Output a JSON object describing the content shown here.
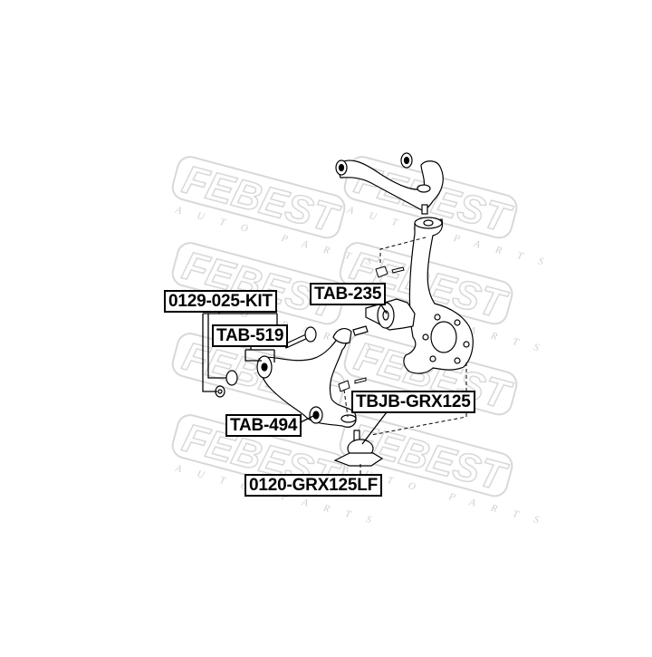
{
  "diagram": {
    "type": "exploded-parts-diagram",
    "subject": "Front suspension assembly (upper arm, steering knuckle, lower control arm, ball joint)",
    "watermark": {
      "brand": "FEBEST",
      "tagline": "AUTO PARTS",
      "color": "#d6d6d6"
    },
    "labels": [
      {
        "id": "kit",
        "text": "0129-025-KIT"
      },
      {
        "id": "tab235",
        "text": "TAB-235"
      },
      {
        "id": "tab519",
        "text": "TAB-519"
      },
      {
        "id": "tab494",
        "text": "TAB-494"
      },
      {
        "id": "tbjb",
        "text": "TBJB-GRX125"
      },
      {
        "id": "balljoint",
        "text": "0120-GRX125LF"
      }
    ],
    "line_color": "#000000",
    "label_border_color": "#000000"
  }
}
